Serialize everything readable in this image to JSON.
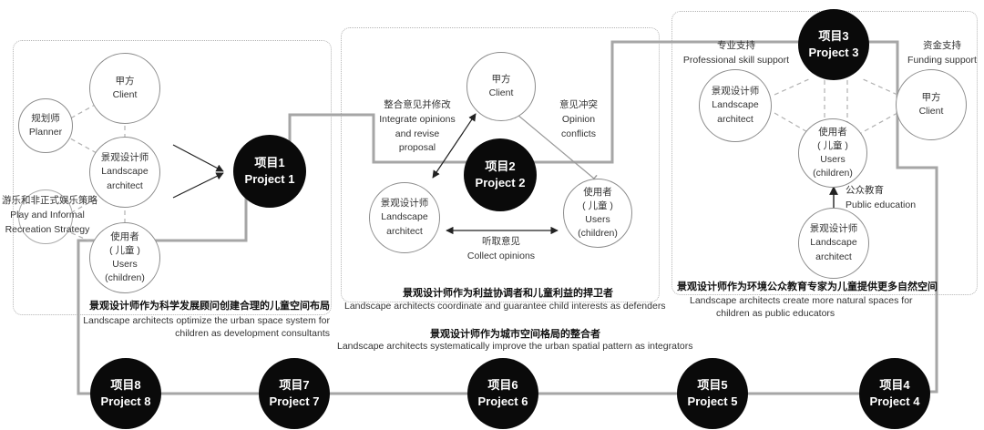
{
  "projects": {
    "p1": {
      "zh": "项目1",
      "en": "Project 1"
    },
    "p2": {
      "zh": "项目2",
      "en": "Project 2"
    },
    "p3": {
      "zh": "项目3",
      "en": "Project 3"
    },
    "p4": {
      "zh": "项目4",
      "en": "Project 4"
    },
    "p5": {
      "zh": "项目5",
      "en": "Project 5"
    },
    "p6": {
      "zh": "项目6",
      "en": "Project 6"
    },
    "p7": {
      "zh": "项目7",
      "en": "Project 7"
    },
    "p8": {
      "zh": "项目8",
      "en": "Project 8"
    }
  },
  "zone1": {
    "client": {
      "zh": "甲方",
      "en": "Client"
    },
    "planner": {
      "zh": "规划师",
      "en": "Planner"
    },
    "landscape": {
      "zh": "景观设计师",
      "en1": "Landscape",
      "en2": "architect"
    },
    "play": {
      "zh": "游乐和非正式娱乐策略",
      "en1": "Play and Informal",
      "en2": "Recreation Strategy"
    },
    "users": {
      "zh": "使用者",
      "zh2": "( 儿童 )",
      "en1": "Users",
      "en2": "(children)"
    },
    "caption_zh": "景观设计师作为科学发展顾问创建合理的儿童空间布局",
    "caption_en1": "Landscape architects optimize the urban space system for",
    "caption_en2": "children as development consultants"
  },
  "zone2": {
    "client": {
      "zh": "甲方",
      "en": "Client"
    },
    "landscape": {
      "zh": "景观设计师",
      "en1": "Landscape",
      "en2": "architect"
    },
    "users": {
      "zh": "使用者",
      "zh2": "( 儿童 )",
      "en1": "Users",
      "en2": "(children)"
    },
    "integrate": {
      "zh": "整合意见并修改",
      "en1": "Integrate opinions",
      "en2": "and revise",
      "en3": "proposal"
    },
    "conflict": {
      "zh": "意见冲突",
      "en1": "Opinion",
      "en2": "conflicts"
    },
    "collect": {
      "zh": "听取意见",
      "en": "Collect opinions"
    },
    "caption_zh": "景观设计师作为利益协调者和儿童利益的捍卫者",
    "caption_en": "Landscape architects coordinate and guarantee child interests as defenders"
  },
  "zone3": {
    "landscape_top": {
      "zh": "景观设计师",
      "en1": "Landscape",
      "en2": "architect"
    },
    "client": {
      "zh": "甲方",
      "en": "Client"
    },
    "users": {
      "zh": "使用者",
      "zh2": "( 儿童 )",
      "en1": "Users",
      "en2": "(children)"
    },
    "landscape_bottom": {
      "zh": "景观设计师",
      "en1": "Landscape",
      "en2": "architect"
    },
    "skill": {
      "zh": "专业支持",
      "en": "Professional skill support"
    },
    "funding": {
      "zh": "资金支持",
      "en": "Funding support"
    },
    "education": {
      "zh": "公众教育",
      "en": "Public education"
    },
    "caption_zh": "景观设计师作为环境公众教育专家为儿童提供更多自然空间",
    "caption_en1": "Landscape architects create more natural spaces for",
    "caption_en2": "children as public educators"
  },
  "bottom": {
    "caption_zh": "景观设计师作为城市空间格局的整合者",
    "caption_en": "Landscape architects systematically improve the urban spatial pattern as integrators"
  }
}
